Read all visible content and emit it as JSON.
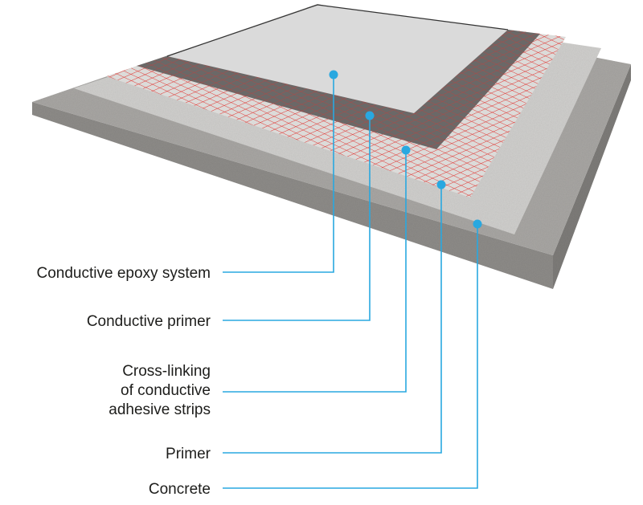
{
  "title": "Conductive flooring layer build-up",
  "colors": {
    "callout": "#29a8e0",
    "grid": "#e0322e",
    "epoxy": "#dadada",
    "primer_conductive": "#6b6867",
    "primer": "#d0cfcd",
    "concrete_top": "#a9a7a4",
    "concrete_side": "#8d8b88"
  },
  "layers": [
    {
      "id": "epoxy",
      "label_lines": [
        "Conductive epoxy system"
      ]
    },
    {
      "id": "conductive-primer",
      "label_lines": [
        "Conductive primer"
      ]
    },
    {
      "id": "adhesive-strips",
      "label_lines": [
        "Cross-linking",
        "of conductive",
        "adhesive strips"
      ]
    },
    {
      "id": "primer",
      "label_lines": [
        "Primer"
      ]
    },
    {
      "id": "concrete",
      "label_lines": [
        "Concrete"
      ]
    }
  ]
}
